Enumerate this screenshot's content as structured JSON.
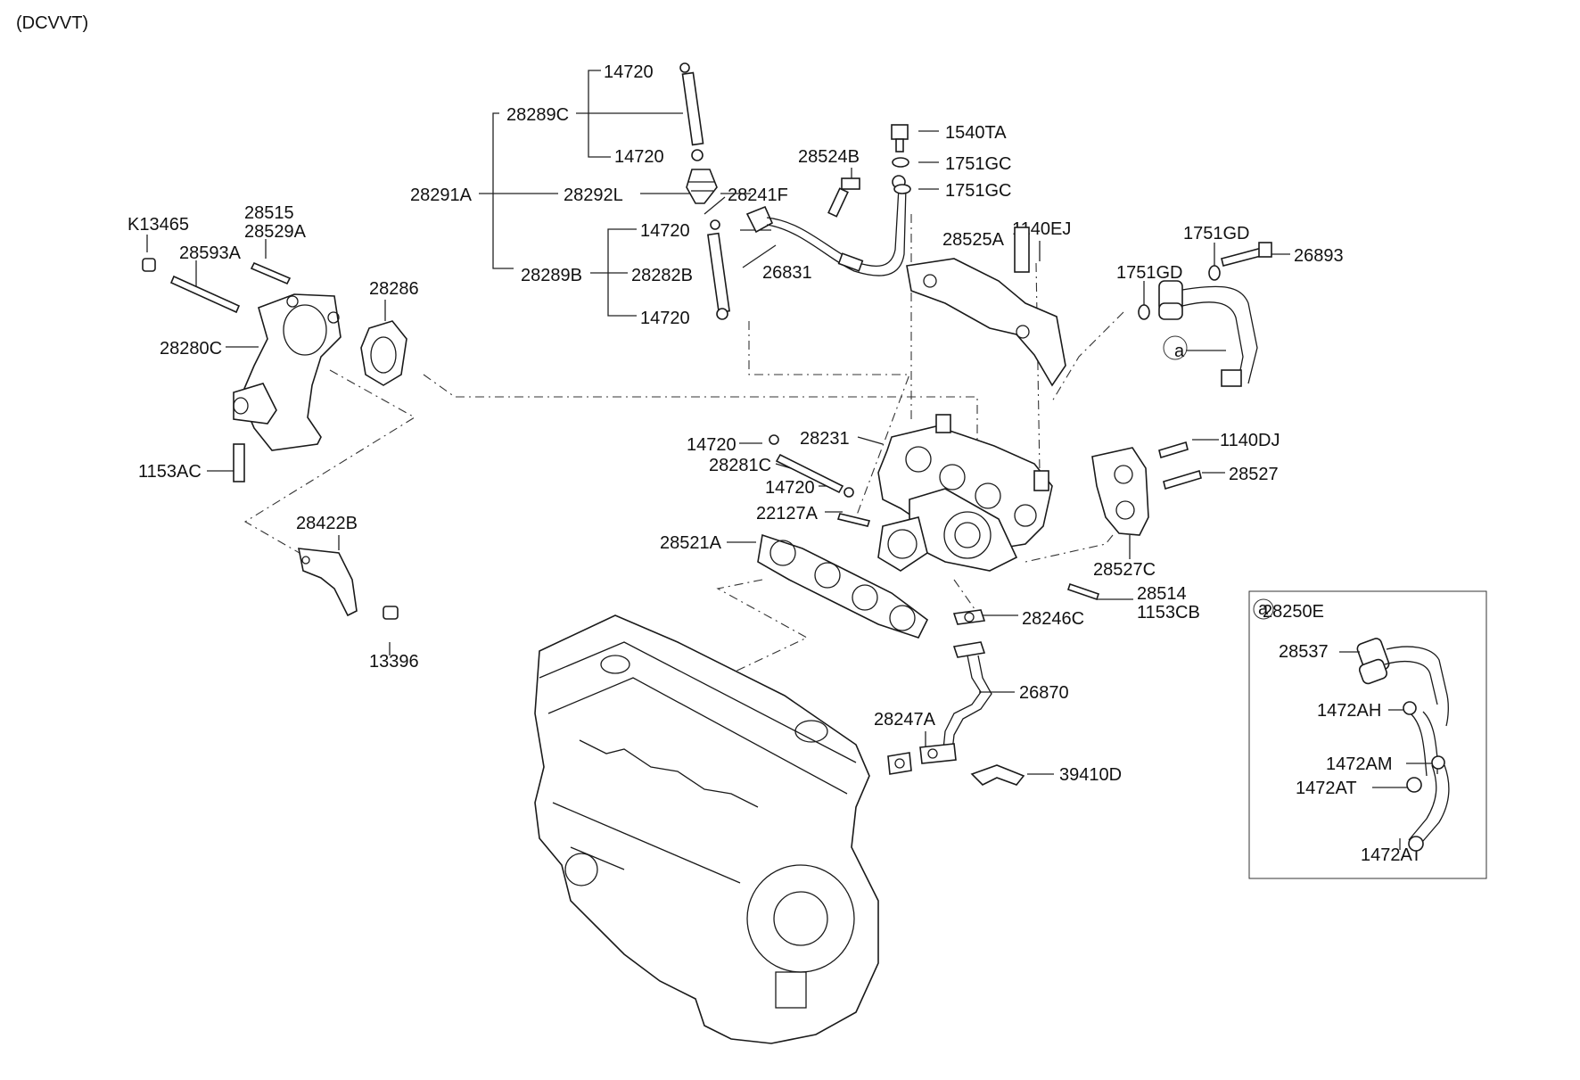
{
  "header": {
    "variant": "(DCVVT)"
  },
  "inset": {
    "marker": "a",
    "title": "28250E"
  },
  "labels": {
    "l_14720_a": "14720",
    "l_28289C": "28289C",
    "l_14720_b": "14720",
    "l_28291A": "28291A",
    "l_28292L": "28292L",
    "l_28241F": "28241F",
    "l_28524B": "28524B",
    "l_1540TA": "1540TA",
    "l_1751GC_a": "1751GC",
    "l_1751GC_b": "1751GC",
    "l_14720_c": "14720",
    "l_28289B": "28289B",
    "l_28282B": "28282B",
    "l_14720_d": "14720",
    "l_26831": "26831",
    "l_28525A": "28525A",
    "l_1140EJ": "1140EJ",
    "l_1751GD_a": "1751GD",
    "l_1751GD_b": "1751GD",
    "l_26893": "26893",
    "l_a_main": "a",
    "l_K13465": "K13465",
    "l_28515": "28515",
    "l_28529A": "28529A",
    "l_28593A": "28593A",
    "l_28286": "28286",
    "l_28280C": "28280C",
    "l_1153AC": "1153AC",
    "l_14720_e": "14720",
    "l_28231": "28231",
    "l_28281C": "28281C",
    "l_14720_f": "14720",
    "l_22127A": "22127A",
    "l_1140DJ": "1140DJ",
    "l_28527": "28527",
    "l_28422B": "28422B",
    "l_28521A": "28521A",
    "l_28527C": "28527C",
    "l_28514": "28514",
    "l_1153CB": "1153CB",
    "l_28246C": "28246C",
    "l_13396": "13396",
    "l_26870": "26870",
    "l_28247A": "28247A",
    "l_39410D": "39410D",
    "l_28537": "28537",
    "l_1472AH": "1472AH",
    "l_1472AM": "1472AM",
    "l_1472AT_a": "1472AT",
    "l_1472AT_b": "1472AT"
  }
}
